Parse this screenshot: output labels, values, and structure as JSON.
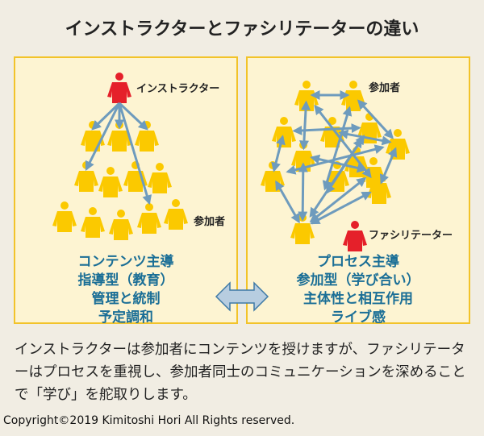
{
  "title": "インストラクターとファシリテーターの違い",
  "left": {
    "leader_label": "インストラクター",
    "participants_label": "参加者",
    "features": [
      "コンテンツ主導",
      "指導型（教育）",
      "管理と統制",
      "予定調和"
    ]
  },
  "right": {
    "leader_label": "ファシリテーター",
    "participants_label": "参加者",
    "features": [
      "プロセス主導",
      "参加型（学び合い）",
      "主体性と相互作用",
      "ライブ感"
    ]
  },
  "colors": {
    "participant": "#fbc900",
    "leader": "#e5202a",
    "arrow": "#6e9bbd",
    "feature_text": "#1a6e96"
  },
  "description": "インストラクターは参加者にコンテンツを授けますが、ファシリテーターはプロセスを重視し、参加者同士のコミュニケーションを深めることで「学び」を舵取りします。",
  "copyright": "Copyright©2019 Kimitoshi Hori All Rights reserved."
}
